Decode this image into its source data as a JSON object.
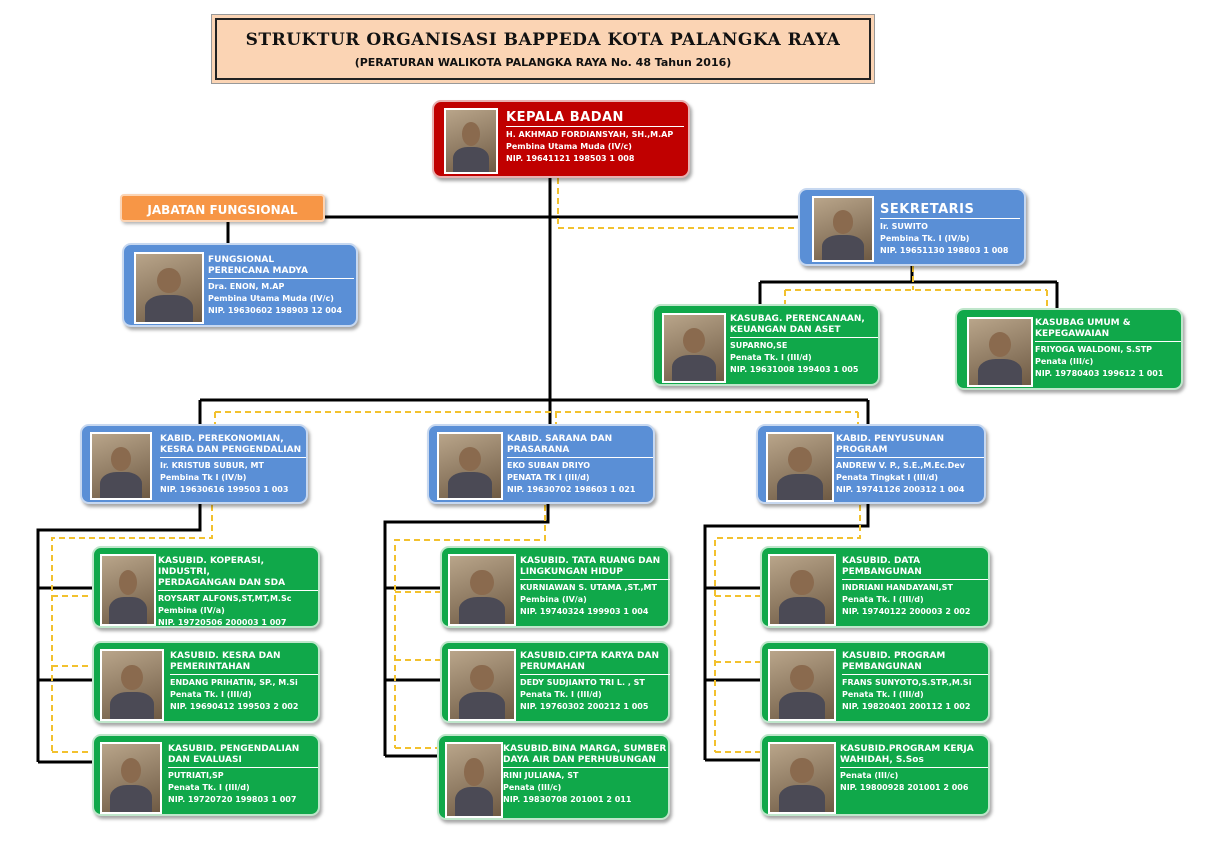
{
  "title": "STRUKTUR  ORGANISASI BAPPEDA KOTA PALANGKA RAYA",
  "subtitle": "(PERATURAN WALIKOTA PALANGKA RAYA No. 48 Tahun 2016)",
  "jabatan_fungsional": "JABATAN FUNGSIONAL",
  "colors": {
    "head": "#c00000",
    "unit": "#5a8fd6",
    "sub": "#10a84a",
    "dashed": "#f2c12e",
    "label": "#f79646"
  },
  "kepala": {
    "role": "KEPALA BADAN",
    "name": "H. AKHMAD FORDIANSYAH, SH.,M.AP",
    "rank": "Pembina Utama Muda (IV/c)",
    "nip": "NIP. 19641121 198503 1 008"
  },
  "sekretaris": {
    "role": "SEKRETARIS",
    "name": "Ir. SUWITO",
    "rank": "Pembina Tk. I (IV/b)",
    "nip": "NIP. 19651130 198803 1 008"
  },
  "fungsional": {
    "role": "FUNGSIONAL\nPERENCANA MADYA",
    "name": "Dra. ENON, M.AP",
    "rank": "Pembina Utama Muda (IV/c)",
    "nip": "NIP. 19630602 198903 12 004"
  },
  "kasubag1": {
    "role": "KASUBAG. PERENCANAAN,\nKEUANGAN DAN ASET",
    "name": "SUPARNO,SE",
    "rank": "Penata Tk. I (III/d)",
    "nip": "NIP. 19631008 199403 1 005"
  },
  "kasubag2": {
    "role": "KASUBAG UMUM &\nKEPEGAWAIAN",
    "name": "FRIYOGA WALDONI, S.STP",
    "rank": "Penata (III/c)",
    "nip": "NIP. 19780403 199612 1 001"
  },
  "kabid1": {
    "role": "KABID. PEREKONOMIAN,\nKESRA DAN PENGENDALIAN",
    "name": "Ir. KRISTUB SUBUR,  MT",
    "rank": "Pembina Tk I (IV/b)",
    "nip": "NIP. 19630616 199503 1 003"
  },
  "kabid2": {
    "role": "KABID. SARANA DAN\nPRASARANA",
    "name": "EKO SUBAN DRIYO",
    "rank": "PENATA TK I (III/d)",
    "nip": "NIP. 19630702 198603 1 021"
  },
  "kabid3": {
    "role": "KABID. PENYUSUNAN\nPROGRAM",
    "name": "ANDREW V. P., S.E.,M.Ec.Dev",
    "rank": "Penata Tingkat I (III/d)",
    "nip": "NIP. 19741126 200312 1 004"
  },
  "sub1a": {
    "role": "KASUBID. KOPERASI, INDUSTRI,\nPERDAGANGAN DAN SDA",
    "name": "ROYSART ALFONS,ST,MT,M.Sc",
    "rank": "Pembina (IV/a)",
    "nip": "NIP. 19720506 200003 1 007"
  },
  "sub1b": {
    "role": "KASUBID. KESRA DAN\nPEMERINTAHAN",
    "name": "ENDANG PRIHATIN, SP., M.Si",
    "rank": "Penata Tk. I (III/d)",
    "nip": "NIP. 19690412 199503 2 002"
  },
  "sub1c": {
    "role": "KASUBID. PENGENDALIAN\nDAN EVALUASI",
    "name": "PUTRIATI,SP",
    "rank": "Penata Tk. I (III/d)",
    "nip": "NIP. 19720720 199803 1 007"
  },
  "sub2a": {
    "role": "KASUBID. TATA RUANG DAN\nLINGKUNGAN HIDUP",
    "name": "KURNIAWAN S. UTAMA ,ST.,MT",
    "rank": "Pembina (IV/a)",
    "nip": "NIP. 19740324 199903 1 004"
  },
  "sub2b": {
    "role": "KASUBID.CIPTA KARYA DAN\nPERUMAHAN",
    "name": "DEDY SUDJIANTO TRI  L. , ST",
    "rank": "Penata Tk. I (III/d)",
    "nip": "NIP. 19760302 200212 1 005"
  },
  "sub2c": {
    "role": "KASUBID.BINA MARGA, SUMBER\nDAYA AIR DAN PERHUBUNGAN",
    "name": "RINI JULIANA, ST",
    "rank": "Penata (III/c)",
    "nip": "NIP. 19830708 201001 2 011"
  },
  "sub3a": {
    "role": "KASUBID. DATA\nPEMBANGUNAN",
    "name": "INDRIANI HANDAYANI,ST",
    "rank": "Penata Tk. I (III/d)",
    "nip": "NIP. 19740122 200003 2 002"
  },
  "sub3b": {
    "role": "KASUBID. PROGRAM\nPEMBANGUNAN",
    "name": "FRANS SUNYOTO,S.STP.,M.Si",
    "rank": "Penata Tk. I (III/d)",
    "nip": "NIP. 19820401 200112 1 002"
  },
  "sub3c": {
    "role": "KASUBID.PROGRAM KERJA\nWAHIDAH, S.Sos",
    "name": "",
    "rank": "Penata (III/c)",
    "nip": "NIP. 19800928 201001 2 006"
  }
}
